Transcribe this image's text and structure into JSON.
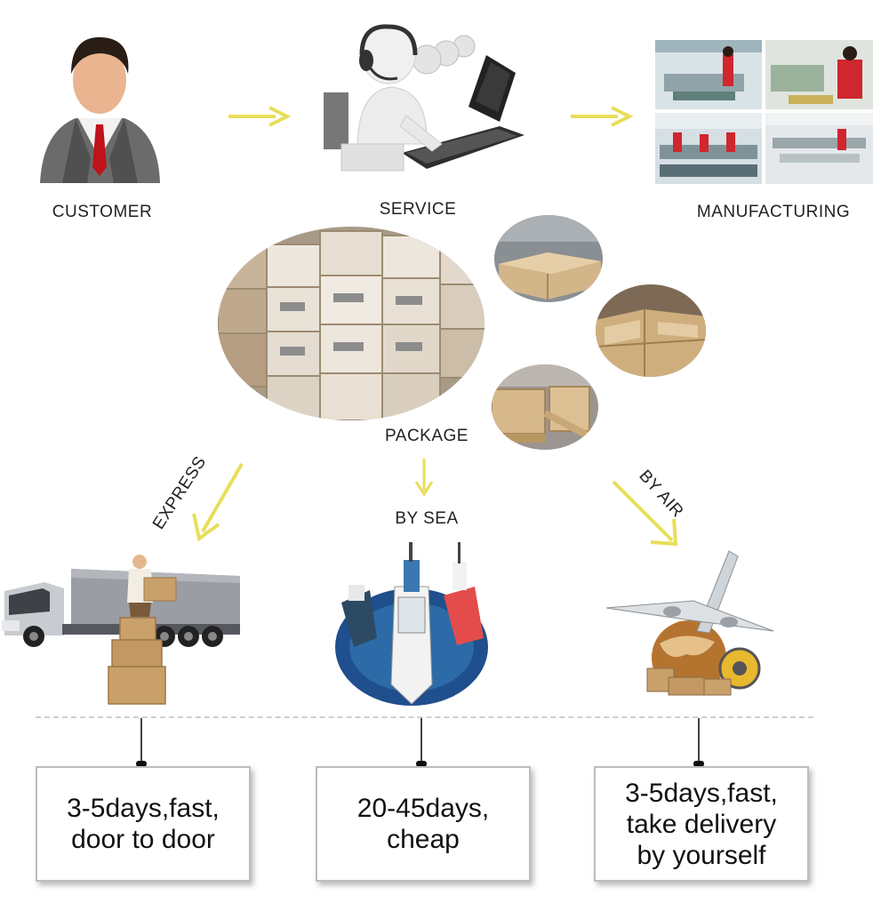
{
  "stages": {
    "customer": "CUSTOMER",
    "service": "SERVICE",
    "manufacturing": "MANUFACTURING",
    "package": "PACKAGE"
  },
  "shipping": {
    "express": {
      "label": "EXPRESS",
      "note": "3-5days,fast,\ndoor to door"
    },
    "sea": {
      "label": "BY SEA",
      "note": "20-45days,\ncheap"
    },
    "air": {
      "label": "BY AIR",
      "note": "3-5days,fast,\ntake delivery\nby yourself"
    }
  },
  "colors": {
    "arrow": "#e8de5a",
    "box_border": "#bdbdbd",
    "cardboard": "#c9a06a",
    "sea": "#1f4f8c"
  },
  "icons": [
    "customer-icon",
    "service-agents-icon",
    "factory-photo",
    "boxes-photo",
    "truck-icon",
    "ships-icon",
    "airplane-icon"
  ]
}
